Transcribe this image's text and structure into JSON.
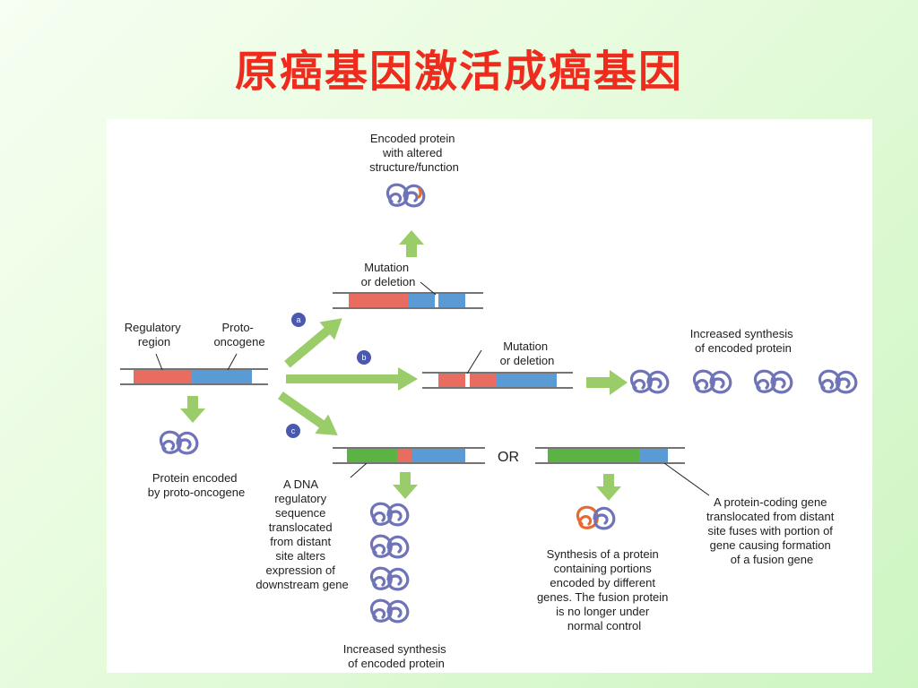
{
  "slide_title": "原癌基因激活成癌基因",
  "colors": {
    "title": "#ee2b1c",
    "regulatory": "#e86d60",
    "coding": "#5b9bd5",
    "translocated": "#5bb343",
    "arrow": "#9acd6a",
    "protein": "#6f73b8",
    "fusion": "#e8692f"
  },
  "center": {
    "regulatory_label": [
      "Regulatory",
      "region"
    ],
    "proto_label": [
      "Proto-",
      "oncogene"
    ],
    "protein_label": [
      "Protein encoded",
      "by proto-oncogene"
    ]
  },
  "pathway_a": {
    "badge": "a",
    "mutation_label": [
      "Mutation",
      "or deletion"
    ],
    "protein_label": [
      "Encoded protein",
      "with altered",
      "structure/function"
    ]
  },
  "pathway_b": {
    "badge": "b",
    "mutation_label": [
      "Mutation",
      "or deletion"
    ],
    "synthesis_label": [
      "Increased synthesis",
      "of encoded protein"
    ]
  },
  "pathway_c": {
    "badge": "c",
    "or_label": "OR",
    "dna_label": [
      "A DNA",
      "regulatory",
      "sequence",
      "translocated",
      "from distant",
      "site alters",
      "expression of",
      "downstream gene"
    ],
    "synthesis_label": [
      "Increased synthesis",
      "of encoded protein"
    ],
    "fusion_gene_label": [
      "A protein-coding gene",
      "translocated from distant",
      "site fuses with portion of",
      "gene causing formation",
      "of a fusion gene"
    ],
    "fusion_protein_label": [
      "Synthesis of a protein",
      "containing portions",
      "encoded by different",
      "genes. The fusion protein",
      "is no longer under",
      "normal control"
    ]
  }
}
